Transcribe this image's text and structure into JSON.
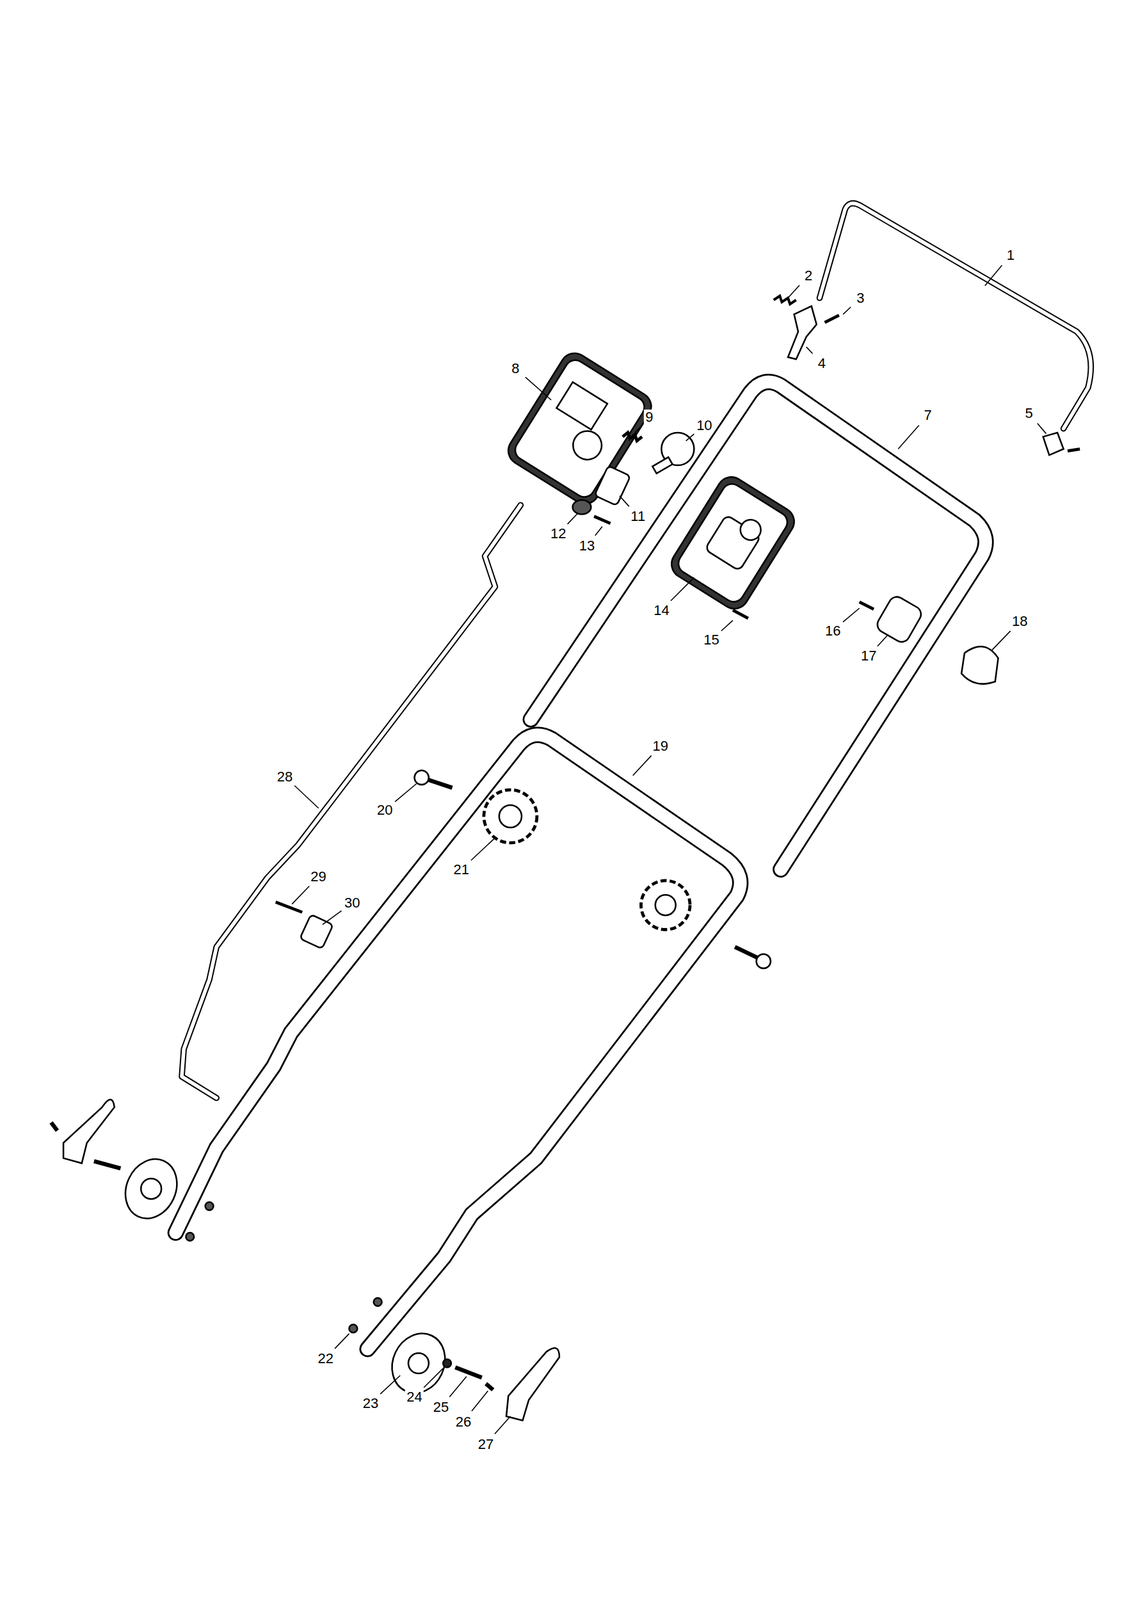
{
  "diagram": {
    "labels": [
      "1",
      "2",
      "3",
      "4",
      "5",
      "7",
      "8",
      "9",
      "10",
      "11",
      "12",
      "13",
      "14",
      "15",
      "16",
      "17",
      "18",
      "19",
      "20",
      "21",
      "22",
      "23",
      "24",
      "25",
      "26",
      "27",
      "28",
      "29",
      "30"
    ]
  }
}
